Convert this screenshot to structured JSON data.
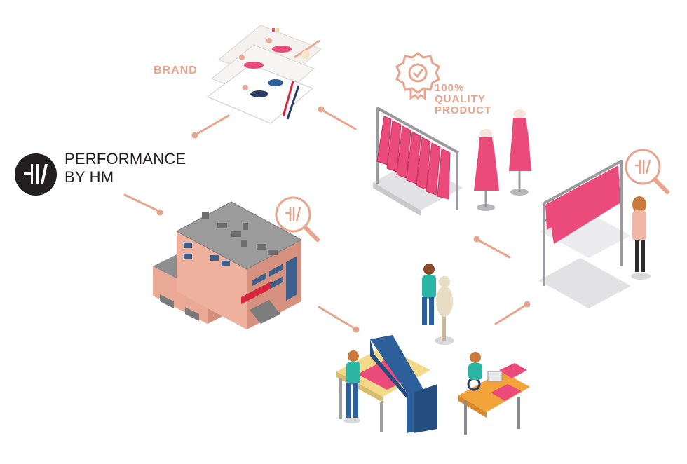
{
  "logo": {
    "line1": "PERFORMANCE",
    "line2": "BY HM",
    "mark_color": "#231f20"
  },
  "brand_label": "BRAND",
  "quality_badge": {
    "line1": "100%",
    "line2": "QUALITY",
    "line3": "PRODUCT"
  },
  "colors": {
    "accent": "#e8a48c",
    "product_pink": "#ea4b7b",
    "factory_wall": "#e9a995",
    "factory_roof": "#8e8e8e",
    "machine_blue": "#2d5f9a",
    "table_yellow": "#f4d98a",
    "connector": "#e7a58e"
  },
  "icons": [
    "search-logo-icon",
    "quality-badge-icon"
  ]
}
